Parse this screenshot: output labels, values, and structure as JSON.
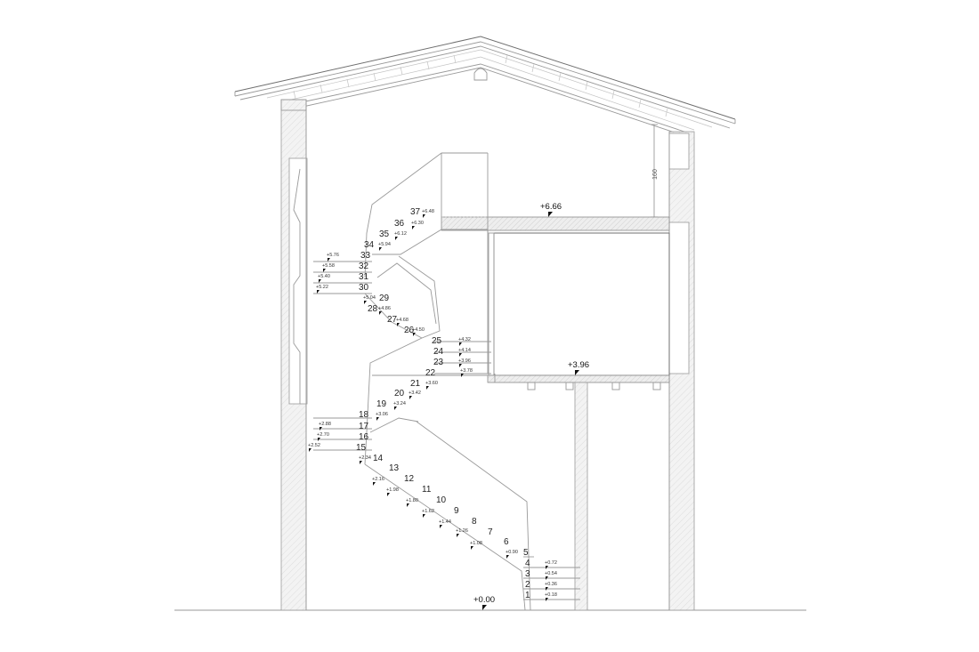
{
  "drawing": {
    "levels": [
      {
        "id": "ground",
        "label": "+0.00"
      },
      {
        "id": "first",
        "label": "+3.96"
      },
      {
        "id": "loft",
        "label": "+6.66"
      }
    ],
    "dimension": "160",
    "steps": [
      {
        "n": "1",
        "elev": "+0.18"
      },
      {
        "n": "2",
        "elev": "+0.36"
      },
      {
        "n": "3",
        "elev": "+0.54"
      },
      {
        "n": "4",
        "elev": "+0.72"
      },
      {
        "n": "5",
        "elev": ""
      },
      {
        "n": "6",
        "elev": "+0.90"
      },
      {
        "n": "7",
        "elev": "+1.08"
      },
      {
        "n": "8",
        "elev": "+1.26"
      },
      {
        "n": "9",
        "elev": "+1.44"
      },
      {
        "n": "10",
        "elev": "+1.62"
      },
      {
        "n": "11",
        "elev": "+1.80"
      },
      {
        "n": "12",
        "elev": "+1.98"
      },
      {
        "n": "13",
        "elev": "+2.16"
      },
      {
        "n": "14",
        "elev": "+2.34"
      },
      {
        "n": "15",
        "elev": "+2.52"
      },
      {
        "n": "16",
        "elev": "+2.70"
      },
      {
        "n": "17",
        "elev": "+2.88"
      },
      {
        "n": "18",
        "elev": "+3.06"
      },
      {
        "n": "19",
        "elev": "+3.24"
      },
      {
        "n": "20",
        "elev": "+3.42"
      },
      {
        "n": "21",
        "elev": "+3.60"
      },
      {
        "n": "22",
        "elev": "+3.78"
      },
      {
        "n": "23",
        "elev": "+3.96"
      },
      {
        "n": "24",
        "elev": "+4.14"
      },
      {
        "n": "25",
        "elev": "+4.32"
      },
      {
        "n": "26",
        "elev": "+4.50"
      },
      {
        "n": "27",
        "elev": "+4.68"
      },
      {
        "n": "28",
        "elev": "+4.86"
      },
      {
        "n": "29",
        "elev": "+5.04"
      },
      {
        "n": "30",
        "elev": "+5.22"
      },
      {
        "n": "31",
        "elev": "+5.40"
      },
      {
        "n": "32",
        "elev": "+5.58"
      },
      {
        "n": "33",
        "elev": "+5.76"
      },
      {
        "n": "34",
        "elev": "+5.94"
      },
      {
        "n": "35",
        "elev": "+6.12"
      },
      {
        "n": "36",
        "elev": "+6.30"
      },
      {
        "n": "37",
        "elev": "+6.48"
      },
      {
        "n": "",
        "elev": "+6.66"
      }
    ]
  }
}
